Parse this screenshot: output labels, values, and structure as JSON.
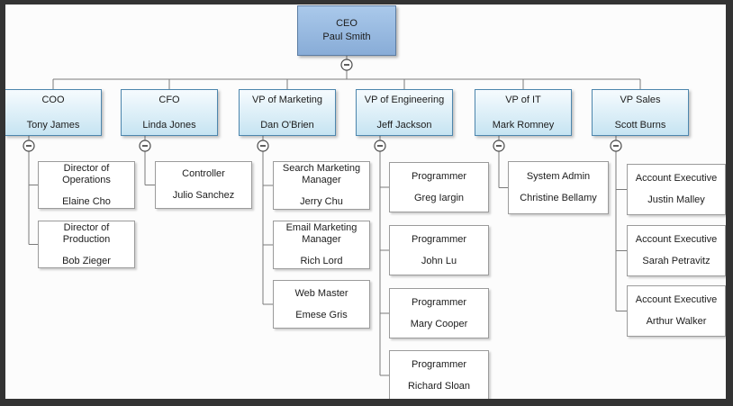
{
  "colors": {
    "frame": "#333333",
    "canvas": "#fcfcfc",
    "ceo_fill_top": "#aac9eb",
    "ceo_fill_bottom": "#88acd7",
    "ceo_border": "#5c7da3",
    "exec_fill_top": "#f6fbfe",
    "exec_fill_bottom": "#c6e4f2",
    "exec_border": "#4d86ad",
    "staff_fill": "#ffffff",
    "staff_border": "#9b9b9b",
    "line": "#7a7a7a",
    "text": "#1c1c1c"
  },
  "org": {
    "collapse_glyph": "−",
    "root": {
      "title": "CEO",
      "name": "Paul Smith"
    },
    "executives": [
      {
        "title": "COO",
        "name": "Tony James",
        "reports": [
          {
            "title": "Director of Operations",
            "name": "Elaine Cho"
          },
          {
            "title": "Director of Production",
            "name": "Bob Zieger"
          }
        ]
      },
      {
        "title": "CFO",
        "name": "Linda Jones",
        "reports": [
          {
            "title": "Controller",
            "name": "Julio Sanchez"
          }
        ]
      },
      {
        "title": "VP of Marketing",
        "name": "Dan O'Brien",
        "reports": [
          {
            "title": "Search Marketing Manager",
            "name": "Jerry Chu"
          },
          {
            "title": "Email Marketing Manager",
            "name": "Rich Lord"
          },
          {
            "title": "Web Master",
            "name": "Emese Gris"
          }
        ]
      },
      {
        "title": "VP of Engineering",
        "name": "Jeff Jackson",
        "reports": [
          {
            "title": "Programmer",
            "name": "Greg Iargin"
          },
          {
            "title": "Programmer",
            "name": "John Lu"
          },
          {
            "title": "Programmer",
            "name": "Mary Cooper"
          },
          {
            "title": "Programmer",
            "name": "Richard Sloan"
          }
        ]
      },
      {
        "title": "VP of IT",
        "name": "Mark Romney",
        "reports": [
          {
            "title": "System Admin",
            "name": "Christine Bellamy"
          }
        ]
      },
      {
        "title": "VP Sales",
        "name": "Scott Burns",
        "reports": [
          {
            "title": "Account Executive",
            "name": "Justin Malley"
          },
          {
            "title": "Account Executive",
            "name": "Sarah Petravitz"
          },
          {
            "title": "Account Executive",
            "name": "Arthur Walker"
          }
        ]
      }
    ]
  }
}
